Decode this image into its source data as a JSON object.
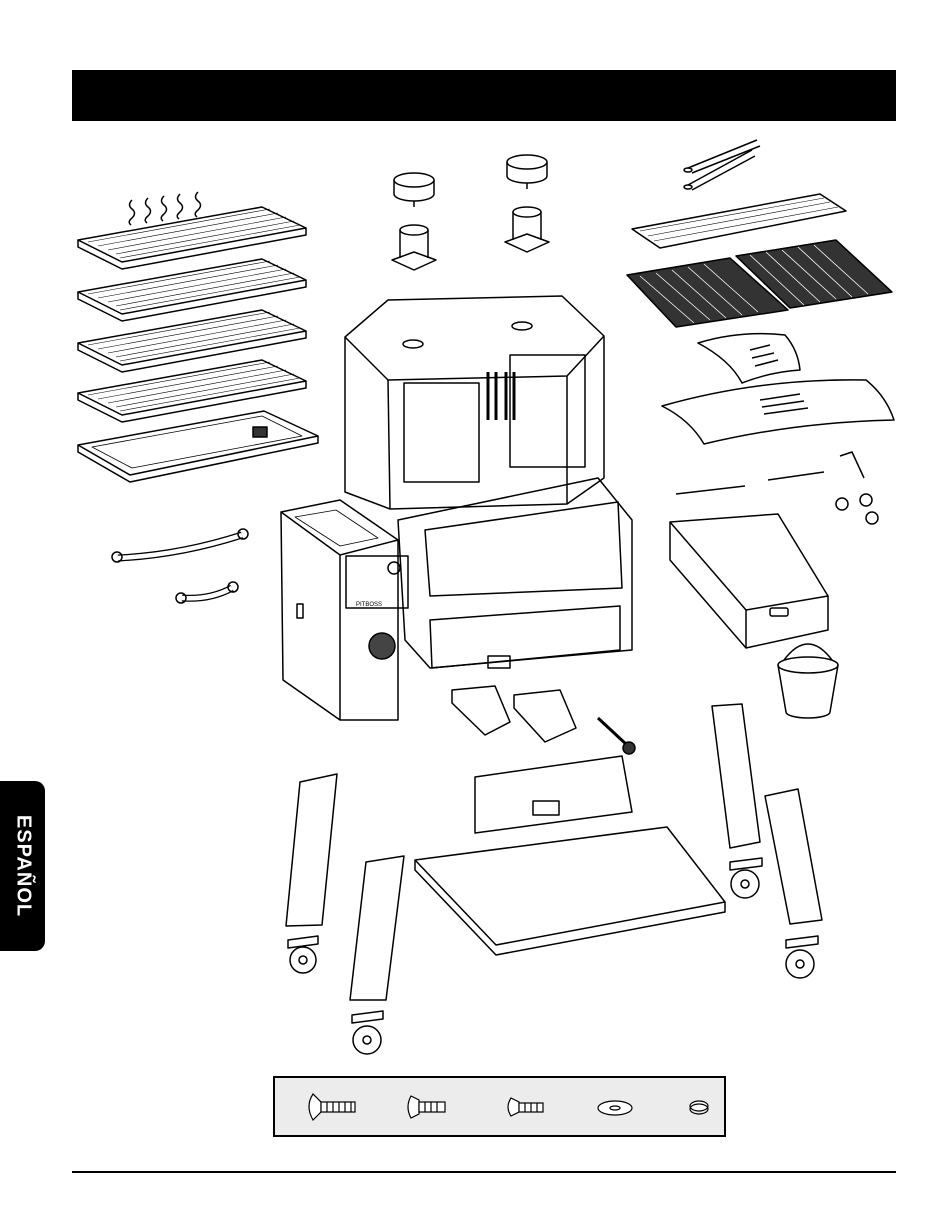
{
  "page": {
    "header_title": ""
  },
  "sidebar_tab": {
    "label": "ESPAÑOL"
  },
  "control_panel": {
    "model_label": "PITBOSS"
  },
  "parts": [
    "s-hooks",
    "jerky-racks",
    "drip-tray",
    "chimney-caps",
    "chimney-stacks",
    "meat-probes",
    "warming-rack",
    "cast-iron-grates",
    "flame-broiler",
    "heat-deflector",
    "handles",
    "cabinet-body",
    "hopper",
    "side-shelf",
    "grease-bucket",
    "ash-trays",
    "legs",
    "casters",
    "bottom-shelf",
    "front-panel"
  ],
  "hardware": [
    "carriage-bolt",
    "pan-head-bolt",
    "truss-bolt",
    "flat-washer",
    "lock-washer"
  ],
  "colors": {
    "ink": "#000000",
    "panel": "#ececec",
    "metal": "#ffffff",
    "grate": "#333333"
  }
}
